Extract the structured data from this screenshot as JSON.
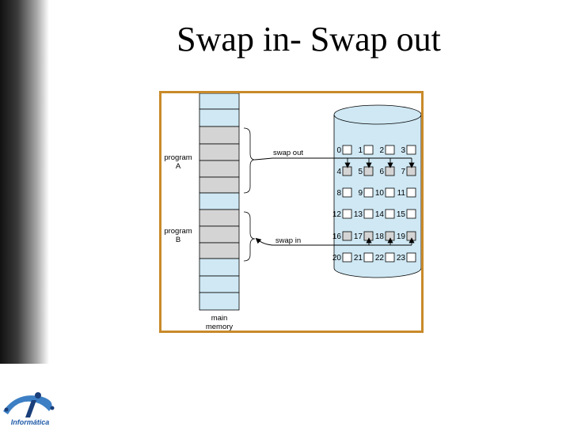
{
  "slide": {
    "title": "Swap in- Swap out"
  },
  "diagram": {
    "program_a": [
      "program",
      "A"
    ],
    "program_b": [
      "program",
      "B"
    ],
    "swap_out_label": "swap out",
    "swap_in_label": "swap in",
    "main_memory": [
      "main",
      "memory"
    ],
    "block_numbers": [
      "0",
      "1",
      "2",
      "3",
      "4",
      "5",
      "6",
      "7",
      "8",
      "9",
      "10",
      "11",
      "12",
      "13",
      "14",
      "15",
      "16",
      "17",
      "18",
      "19",
      "20",
      "21",
      "22",
      "23"
    ],
    "colors": {
      "frame": "#c98a2a",
      "memory_light": "#cfe8f4",
      "memory_gray": "#d4d4d4",
      "disk": "#cfe8f4"
    }
  },
  "logo": {
    "text": "Informática"
  }
}
